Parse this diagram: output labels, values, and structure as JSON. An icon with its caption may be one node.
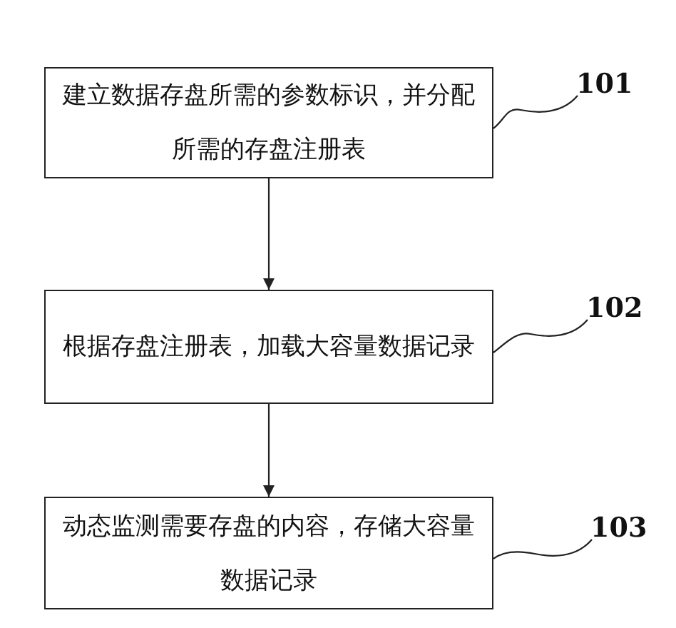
{
  "diagram": {
    "nodes": [
      {
        "text": [
          "建立数据存盘所需的参数标识，并分配所需的存盘注册表"
        ]
      },
      {
        "text": [
          "101"
        ]
      },
      {
        "text": [
          "根据存盘注册表，加载大容量数据记录"
        ]
      },
      {
        "text": [
          "102"
        ]
      },
      {
        "text": [
          "动态监测需要存盘的内容，存储大容量数据记录"
        ]
      },
      {
        "text": [
          "103"
        ]
      }
    ],
    "edges": [
      {
        "from": 0,
        "to": 2,
        "arrow": "to"
      },
      {
        "from": 2,
        "to": 4,
        "arrow": "to"
      },
      {
        "from": 1,
        "to": 0,
        "arrow": "none"
      },
      {
        "from": 3,
        "to": 2,
        "arrow": "none"
      },
      {
        "from": 5,
        "to": 4,
        "arrow": "none"
      }
    ]
  }
}
